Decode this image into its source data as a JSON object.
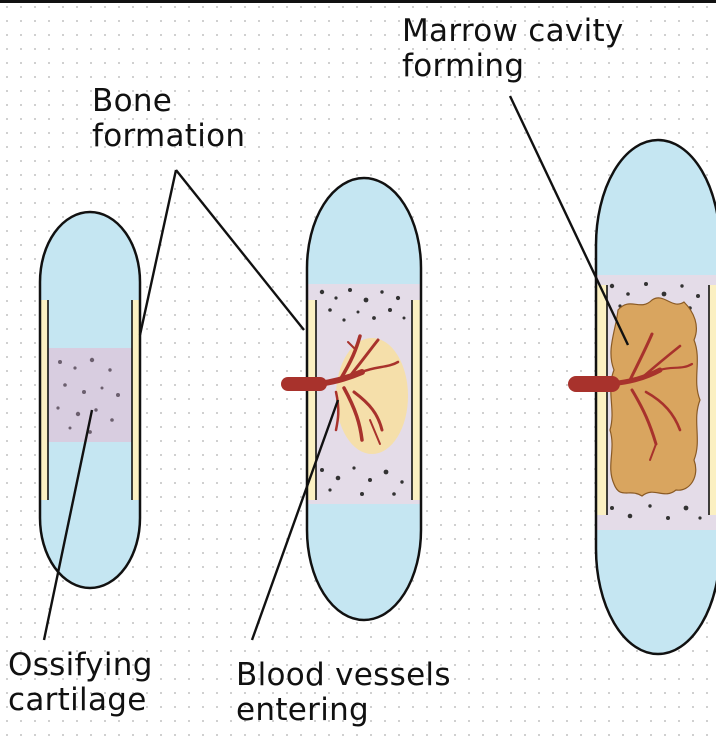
{
  "labels": {
    "bone_formation": [
      "Bone",
      "formation"
    ],
    "marrow_cavity": [
      "Marrow cavity",
      "forming"
    ],
    "ossifying_cartilage": [
      "Ossifying",
      "cartilage"
    ],
    "blood_vessels": [
      "Blood vessels",
      "entering"
    ]
  },
  "colors": {
    "cartilage_blue": "#c5e6f2",
    "outline": "#111111",
    "bone_collar": "#fbf0c2",
    "ossifying_purple": "#d8cde0",
    "marrow_orange": "#d9a55f",
    "vessel_red": "#a8322c"
  }
}
